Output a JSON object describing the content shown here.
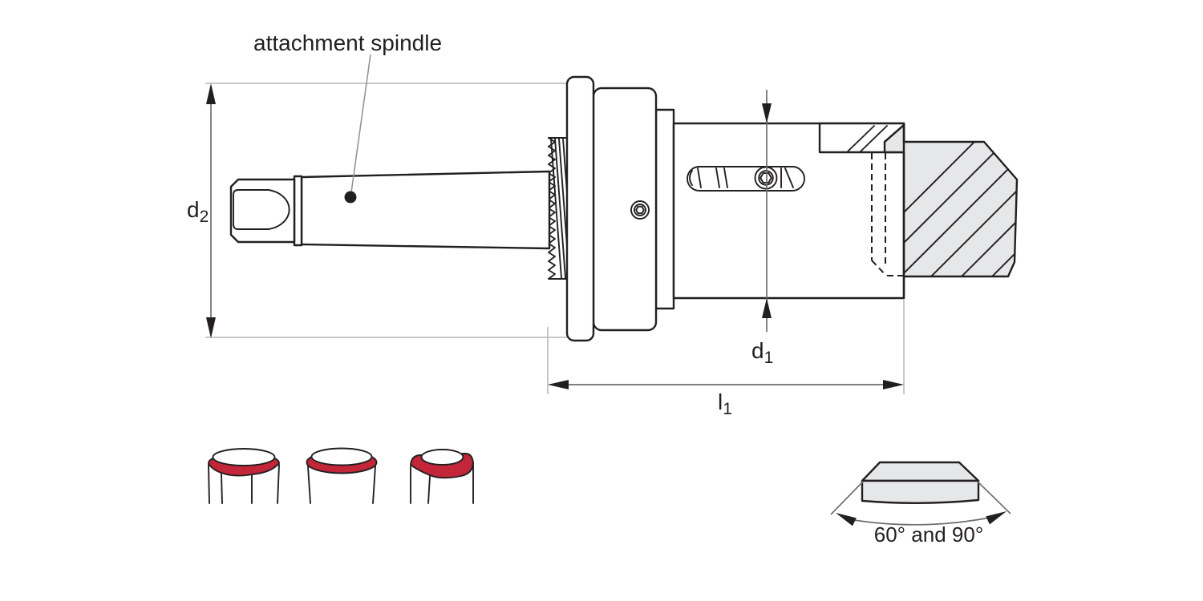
{
  "labels": {
    "attachment_spindle": "attachment spindle",
    "angle": "60° and 90°"
  },
  "dimensions": {
    "d2": {
      "symbol": "d",
      "subscript": "2"
    },
    "d1": {
      "symbol": "d",
      "subscript": "1"
    },
    "l1": {
      "symbol": "l",
      "subscript": "1"
    }
  },
  "colors": {
    "outline": "#231f20",
    "workpiece-fill": "#e6e7e8",
    "chamfer-red": "#c32638",
    "dim-line": "#6d6e71",
    "ext-line": "#b5b6b8",
    "leader-line": "#939598",
    "background": "#ffffff"
  }
}
